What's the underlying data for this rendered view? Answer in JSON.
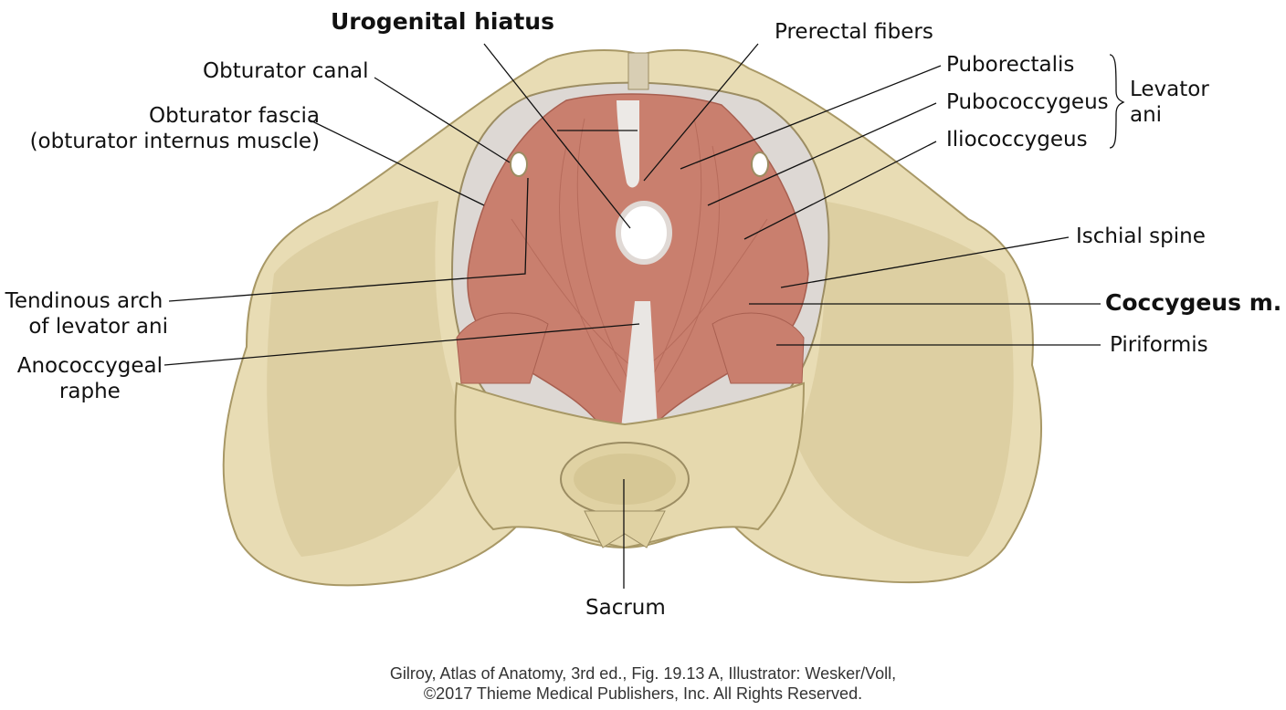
{
  "labels": {
    "urogenital_hiatus": "Urogenital hiatus",
    "prerectal_fibers": "Prerectal fibers",
    "obturator_canal": "Obturator canal",
    "obturator_fascia_1": "Obturator fascia",
    "obturator_fascia_2": "(obturator internus muscle)",
    "puborectalis": "Puborectalis",
    "pubococcygeus": "Pubococcygeus",
    "iliococcygeus": "Iliococcygeus",
    "levator_ani_1": "Levator",
    "levator_ani_2": "ani",
    "ischial_spine": "Ischial spine",
    "coccygeus": "Coccygeus m.",
    "piriformis": "Piriformis",
    "tendinous_arch_1": "Tendinous arch",
    "tendinous_arch_2": "of levator ani",
    "anococcygeal_1": "Anococcygeal",
    "anococcygeal_2": "raphe",
    "sacrum": "Sacrum"
  },
  "credit": {
    "line1": "Gilroy, Atlas of Anatomy, 3rd ed., Fig. 19.13 A, Illustrator: Wesker/Voll,",
    "line2": "©2017 Thieme Medical Publishers, Inc. All Rights Reserved."
  },
  "colors": {
    "bone": "#e8dcb4",
    "bone_shadow": "#c9b98a",
    "muscle": "#c97f6e",
    "fascia": "#e6e3e2"
  }
}
